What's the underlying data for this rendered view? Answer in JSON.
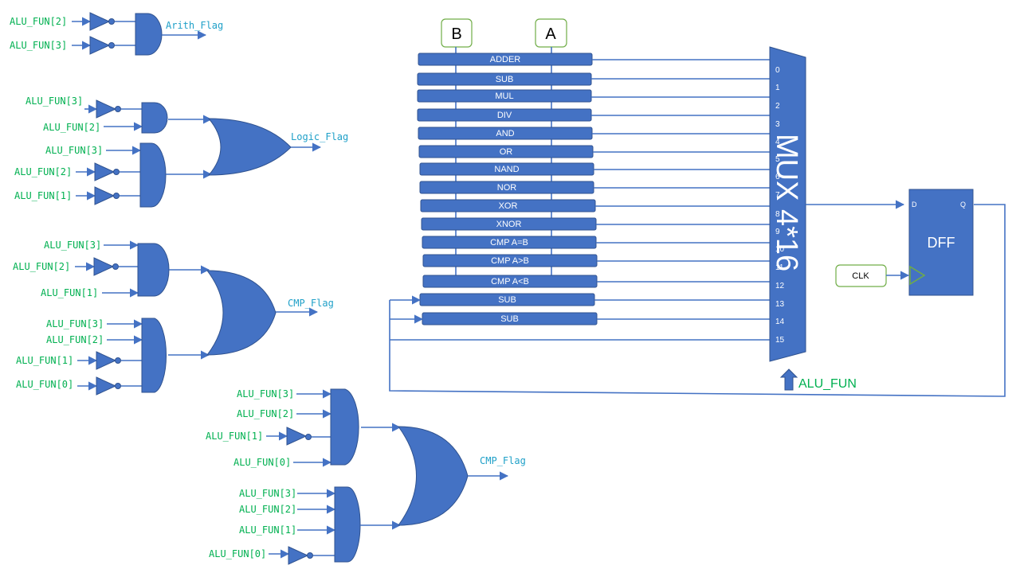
{
  "arith_block": {
    "inputs": [
      "ALU_FUN[2]",
      "ALU_FUN[3]"
    ],
    "output": "Arith_Flag"
  },
  "logic_block": {
    "inputs": [
      "ALU_FUN[3]",
      "ALU_FUN[2]",
      "ALU_FUN[3]",
      "ALU_FUN[2]",
      "ALU_FUN[1]"
    ],
    "output": "Logic_Flag"
  },
  "cmp_block_1": {
    "inputs": [
      "ALU_FUN[3]",
      "ALU_FUN[2]",
      "ALU_FUN[1]",
      "ALU_FUN[3]",
      "ALU_FUN[2]",
      "ALU_FUN[1]",
      "ALU_FUN[0]"
    ],
    "output": "CMP_Flag"
  },
  "cmp_block_2": {
    "inputs": [
      "ALU_FUN[3]",
      "ALU_FUN[2]",
      "ALU_FUN[1]",
      "ALU_FUN[0]",
      "ALU_FUN[3]",
      "ALU_FUN[2]",
      "ALU_FUN[1]",
      "ALU_FUN[0]"
    ],
    "output": "CMP_Flag"
  },
  "operands": {
    "b": "B",
    "a": "A"
  },
  "operations": [
    "ADDER",
    "SUB",
    "MUL",
    "DIV",
    "AND",
    "OR",
    "NAND",
    "NOR",
    "XOR",
    "XNOR",
    "CMP A=B",
    "CMP A>B",
    "CMP A<B",
    "SUB",
    "SUB"
  ],
  "mux": {
    "label": "MUX 4*16",
    "inputs": [
      "0",
      "1",
      "2",
      "3",
      "4",
      "5",
      "6",
      "7",
      "8",
      "9",
      "10",
      "11",
      "12",
      "13",
      "14",
      "15"
    ],
    "select": "ALU_FUN"
  },
  "dff": {
    "label": "DFF",
    "d": "D",
    "q": "Q",
    "clk": "CLK"
  },
  "colors": {
    "gate_fill": "#4472c4",
    "wire": "#4472c4",
    "input_label": "#00b050",
    "flag_label": "#1fa0c8",
    "operand_box_border": "#70ad47"
  }
}
